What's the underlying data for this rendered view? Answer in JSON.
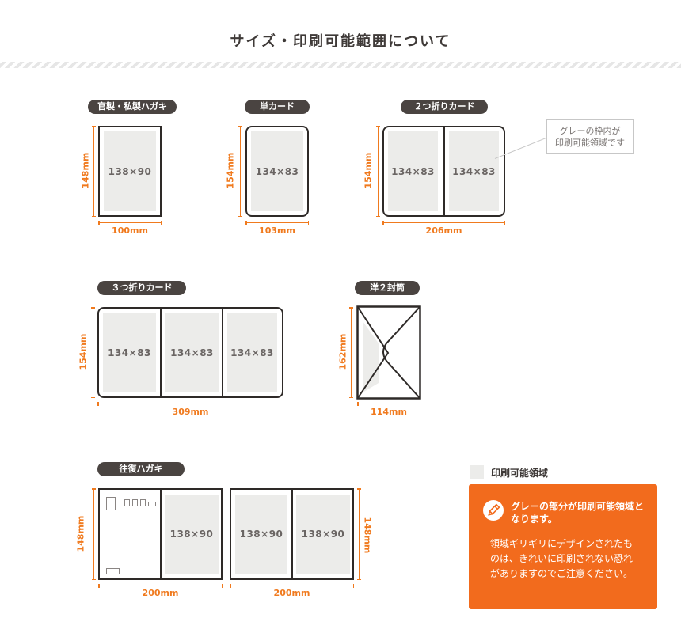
{
  "page_title": "サイズ・印刷可能範囲について",
  "cards": {
    "kansei": {
      "name": "官製・私製ハガキ",
      "area": "138×90",
      "height": "148mm",
      "width": "100mm"
    },
    "tan": {
      "name": "単カード",
      "area": "134×83",
      "height": "154mm",
      "width": "103mm"
    },
    "futatsu": {
      "name": "２つ折りカード",
      "areas": [
        "134×83",
        "134×83"
      ],
      "height": "154mm",
      "width": "206mm"
    },
    "mittsu": {
      "name": "３つ折りカード",
      "areas": [
        "134×83",
        "134×83",
        "134×83"
      ],
      "height": "154mm",
      "width": "309mm"
    },
    "envelope": {
      "name": "洋２封筒",
      "height": "162mm",
      "width": "114mm"
    },
    "oufuku": {
      "name": "往復ハガキ",
      "areas": [
        "138×90",
        "138×90",
        "138×90"
      ],
      "height_left": "148mm",
      "height_right": "148mm",
      "width_left": "200mm",
      "width_right": "200mm"
    }
  },
  "note": {
    "line1": "グレーの枠内が",
    "line2": "印刷可能領域です"
  },
  "legend": {
    "label": "印刷可能領域",
    "color": "#ececea"
  },
  "warning": {
    "icon": "pencil-icon",
    "title": "グレーの部分が印刷可能領域となります。",
    "body": "領域ギリギリにデザインされたものは、きれいに印刷されない恐れがありますのでご注意ください。",
    "color": "#f26b1d"
  },
  "colors": {
    "dimension": "#f07a1e",
    "outline": "#2e2a28",
    "pill": "#4a4441"
  }
}
